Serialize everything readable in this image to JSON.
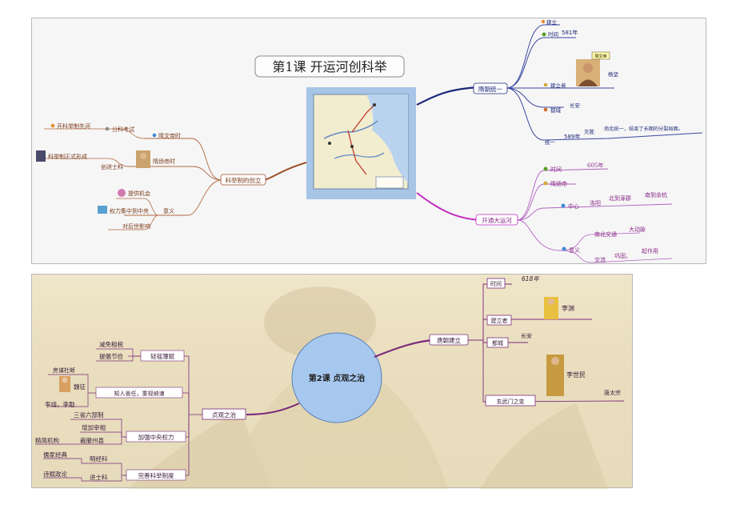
{
  "lesson1": {
    "title": "第1课  开运河创科举",
    "sui": {
      "label": "隋朝统一",
      "founding": "建立",
      "founding_time_label": "时间",
      "founding_year": "581年",
      "founder_label": "建立者",
      "founder_name": "杨坚",
      "founder_badge": "隋文帝",
      "capital_label": "都城",
      "capital": "长安",
      "unify_label": "统一",
      "unify_year": "589年",
      "unify_target": "灭陈",
      "unify_result": "南北统一，结束了长期的分裂局面。"
    },
    "canal": {
      "label": "开通大运河",
      "time_label": "时间",
      "time": "605年",
      "ruler": "隋炀帝",
      "center_label": "中心",
      "center": "洛阳",
      "north": "北到涿郡",
      "south": "南到余杭",
      "meaning_label": "意义",
      "m1": "南北交通",
      "m1b": "大动脉",
      "m2": "交流",
      "m2b": "巩固。",
      "m2c": "起作用"
    },
    "keju": {
      "label": "科举制的创立",
      "origin": "开科举制先河",
      "sub_exam": "分科考试",
      "sui_wendi": "隋文帝时",
      "formed": "科举制正式形成",
      "jinshi": "创进士科",
      "sui_yangdi": "隋炀帝时",
      "meaning": "意义",
      "opp": "提供机会",
      "central": "权力集中到中央",
      "later": "对后世影响"
    }
  },
  "lesson2": {
    "title": "第2课  贞观之治",
    "tang": {
      "label": "唐朝建立",
      "time_label": "时间",
      "time": "618年",
      "founder_label": "建立者",
      "founder": "李渊",
      "capital_label": "都城",
      "capital": "长安",
      "xuanwu": "玄武门之变",
      "lishimin": "李世民",
      "taizong": "唐太宗"
    },
    "zhenguan": {
      "label": "贞观之治",
      "light_tax": "轻徭薄赋",
      "tax1": "减免租税",
      "tax2": "提倡节俭",
      "talent": "知人善任，重视纳谏",
      "t1": "房谋杜断",
      "t2": "魏征",
      "t3": "李靖，李勣",
      "central": "加强中央权力",
      "c1": "三省六部制",
      "c2": "增加宰相",
      "c3": "裁撤州县",
      "c4": "精简机构",
      "keju": "完善科举制度",
      "k1": "明经科",
      "k1a": "儒家经典",
      "k2": "进士科",
      "k2a": "诗赋政论"
    }
  },
  "colors": {
    "navy": "#1f2a7a",
    "brown": "#9c4f2a",
    "magenta": "#c02ac0",
    "purple": "#7a2a7a",
    "circle": "#a6c8ef"
  }
}
